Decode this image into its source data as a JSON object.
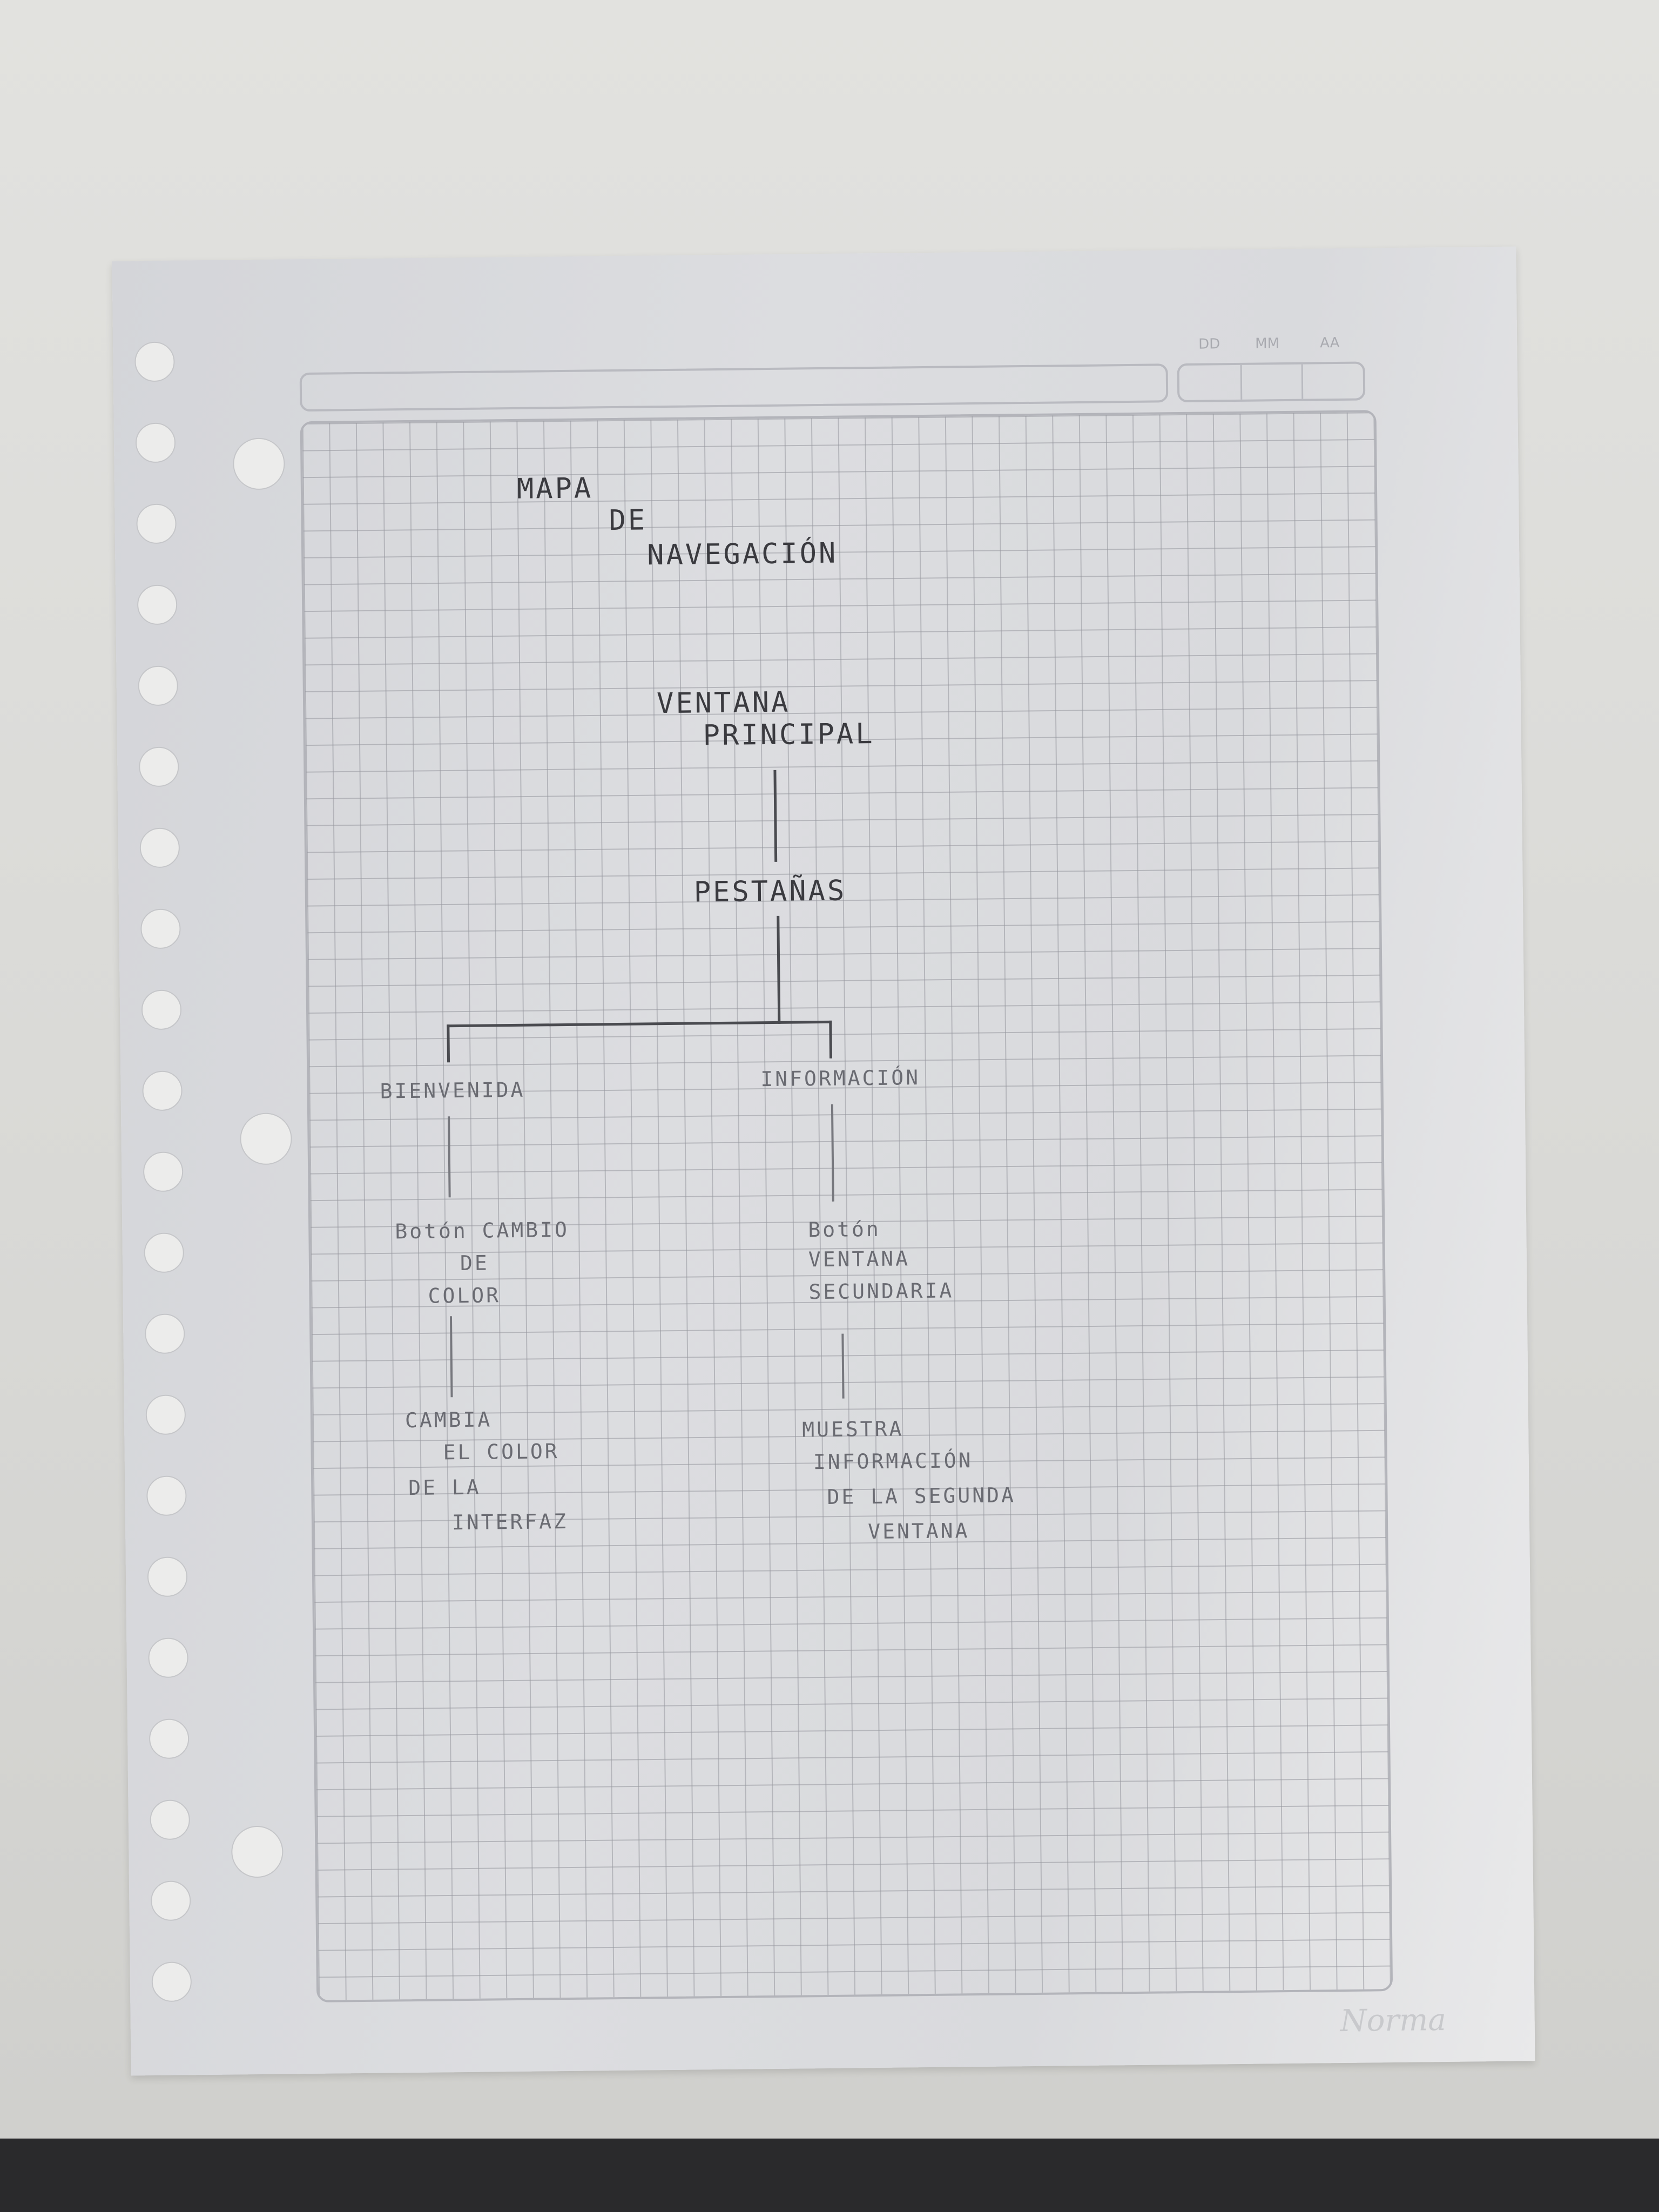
{
  "header": {
    "date_labels": [
      "DD",
      "MM",
      "AA"
    ]
  },
  "brand": "Norma",
  "diagram": {
    "title": [
      "MAPA",
      "DE",
      "NAVEGACIÓN"
    ],
    "root": [
      "VENTANA",
      "PRINCIPAL"
    ],
    "level1": "PESTAÑAS",
    "left": {
      "label": "BIENVENIDA",
      "child": [
        "Botón CAMBIO",
        "DE",
        "COLOR"
      ],
      "leaf": [
        "CAMBIA",
        "EL COLOR",
        "DE LA",
        "INTERFAZ"
      ]
    },
    "right": {
      "label": "INFORMACIÓN",
      "child": [
        "Botón",
        "VENTANA",
        "SECUNDARIA"
      ],
      "leaf": [
        "MUESTRA",
        "INFORMACIÓN",
        "DE LA SEGUNDA",
        "VENTANA"
      ]
    }
  }
}
